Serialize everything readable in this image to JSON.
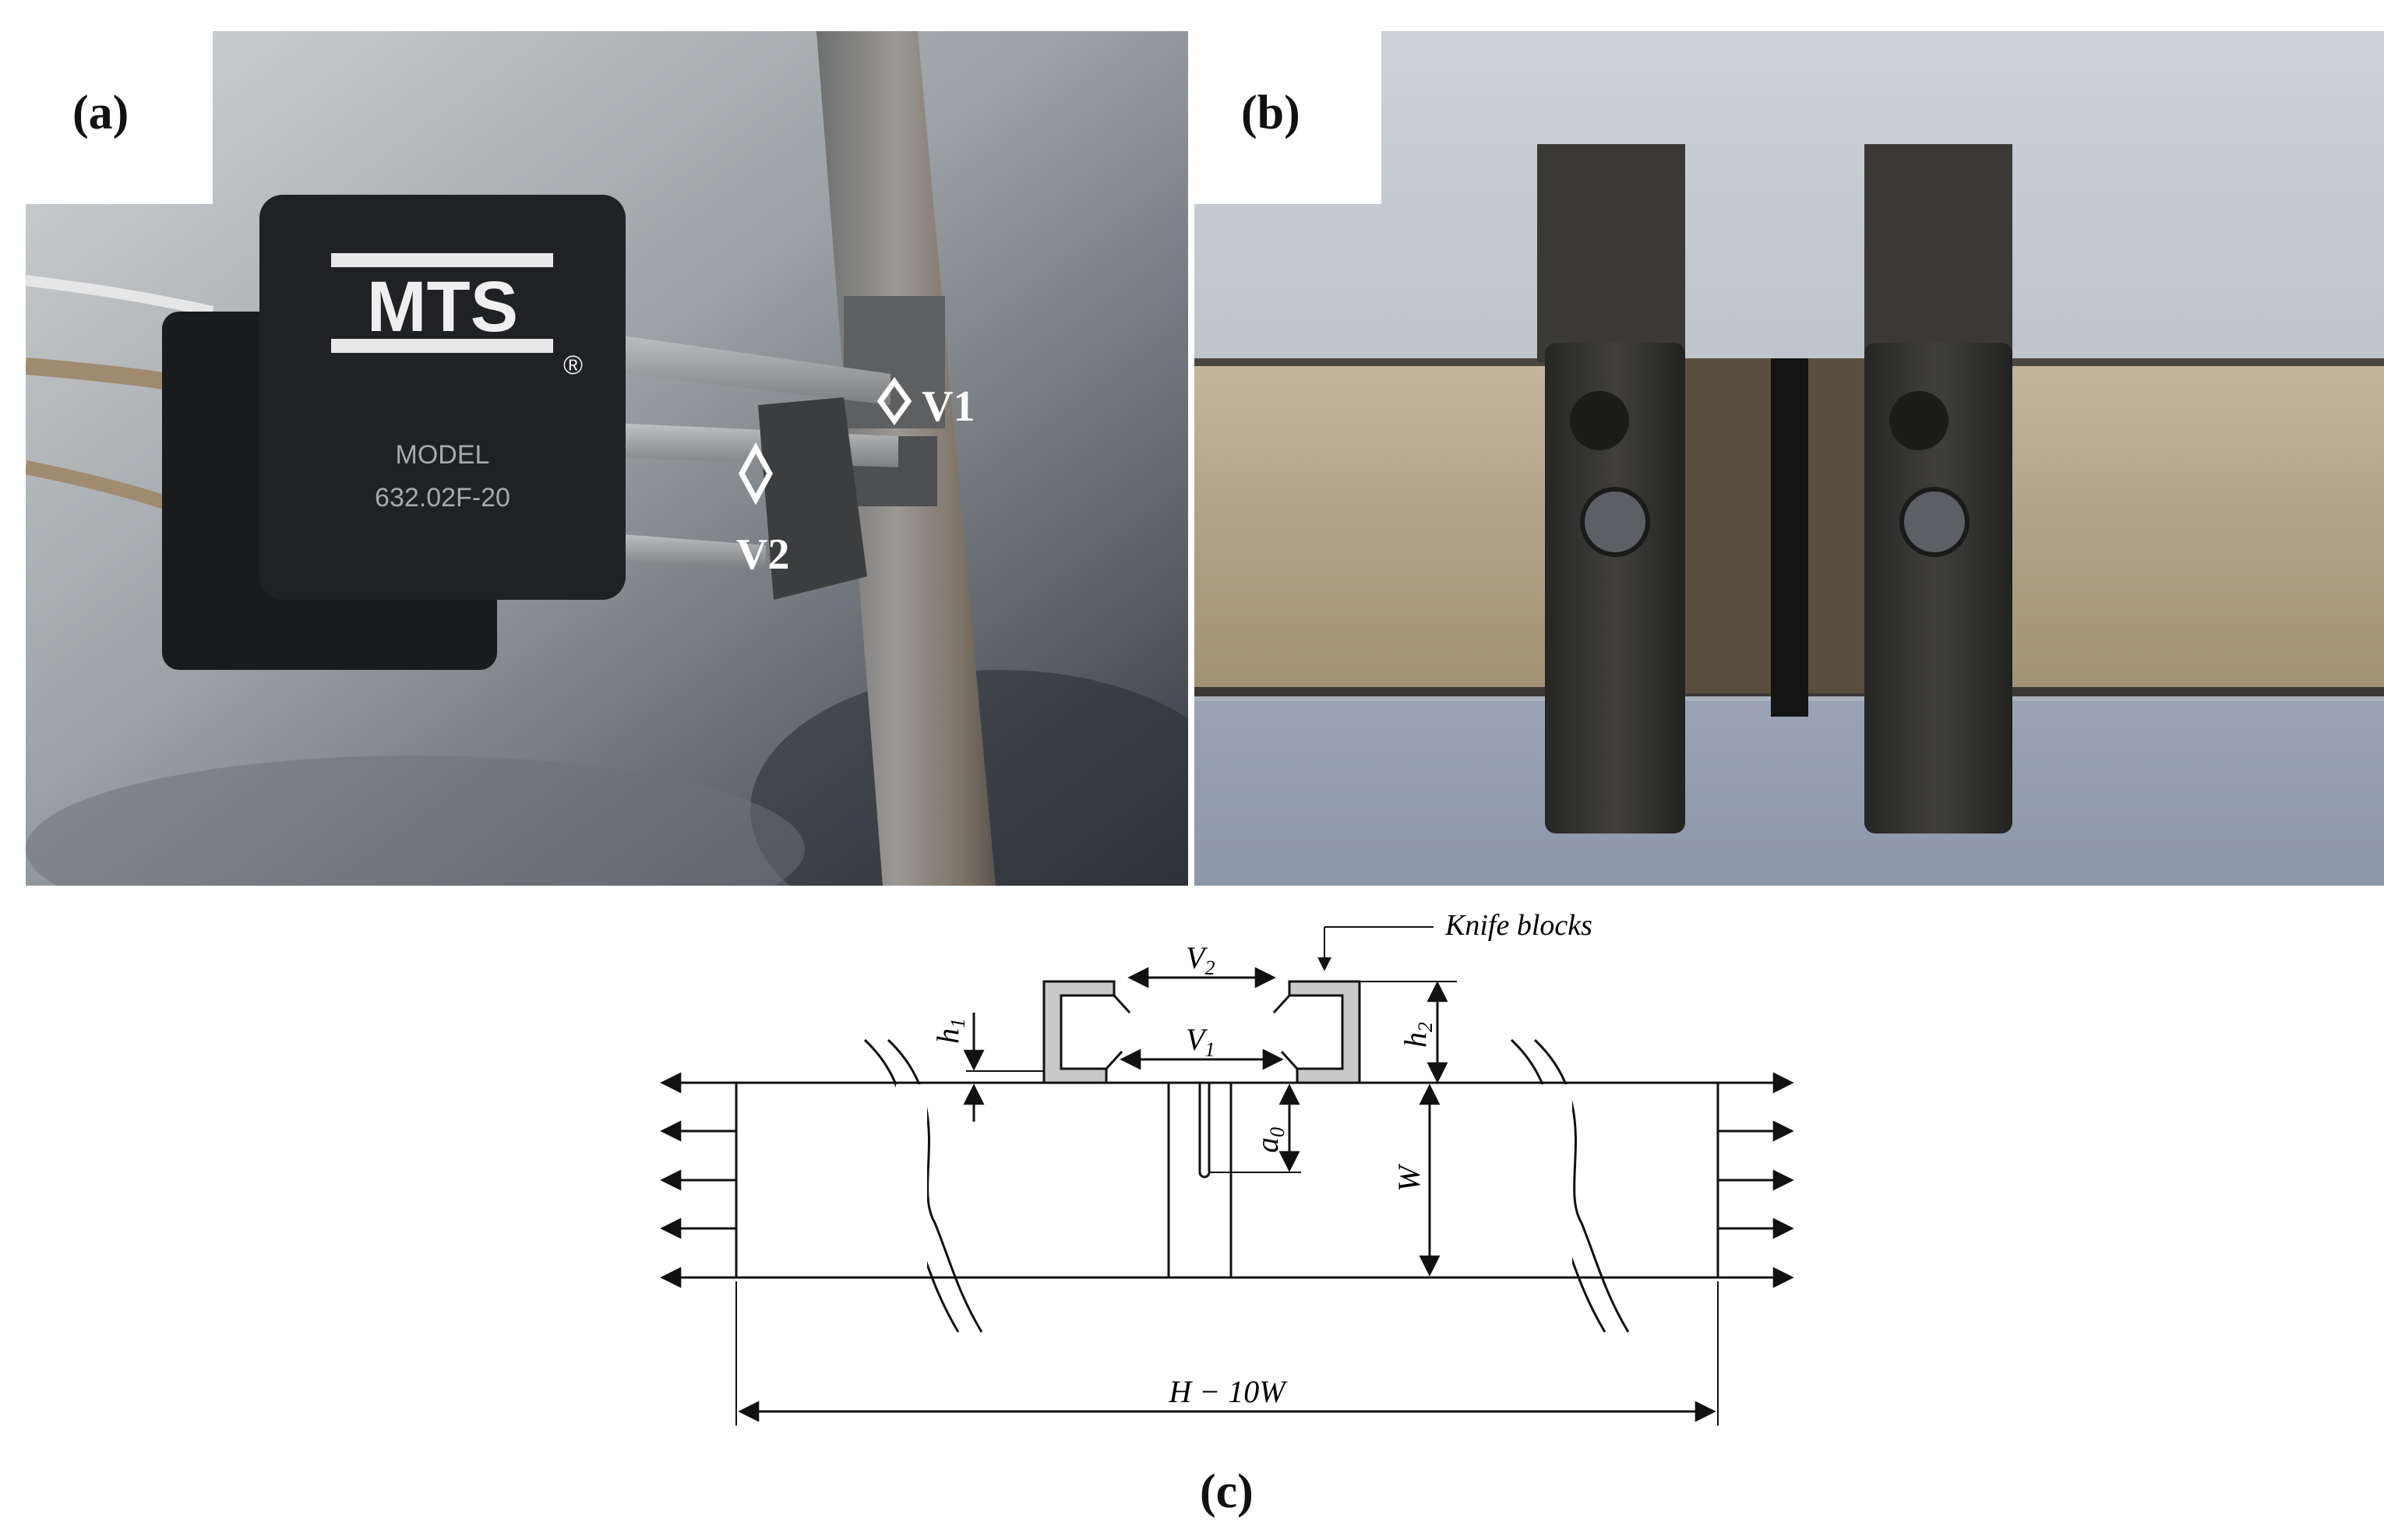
{
  "panels": {
    "a": {
      "label": "(a)",
      "sensor_brand": "MTS",
      "sensor_model_line1": "MODEL",
      "sensor_model_line2": "632.02F-20",
      "registered_mark": "®",
      "v1_label": "V1",
      "v2_label": "V2"
    },
    "b": {
      "label": "(b)"
    },
    "c": {
      "label": "(c)",
      "knife_blocks": "Knife blocks",
      "v2": "V",
      "v2_sub": "2",
      "v1": "V",
      "v1_sub": "1",
      "h1": "h",
      "h1_sub": "1",
      "h2": "h",
      "h2_sub": "2",
      "a0": "a",
      "a0_sub": "0",
      "w": "W",
      "length": "H − 10W"
    }
  },
  "colors": {
    "sensor_body": "#1f2124",
    "steel": "#8a8c8e",
    "wood": "#b6a88e",
    "clip": "#2b2b2a",
    "knife_block_fill": "#c9c9c9"
  }
}
